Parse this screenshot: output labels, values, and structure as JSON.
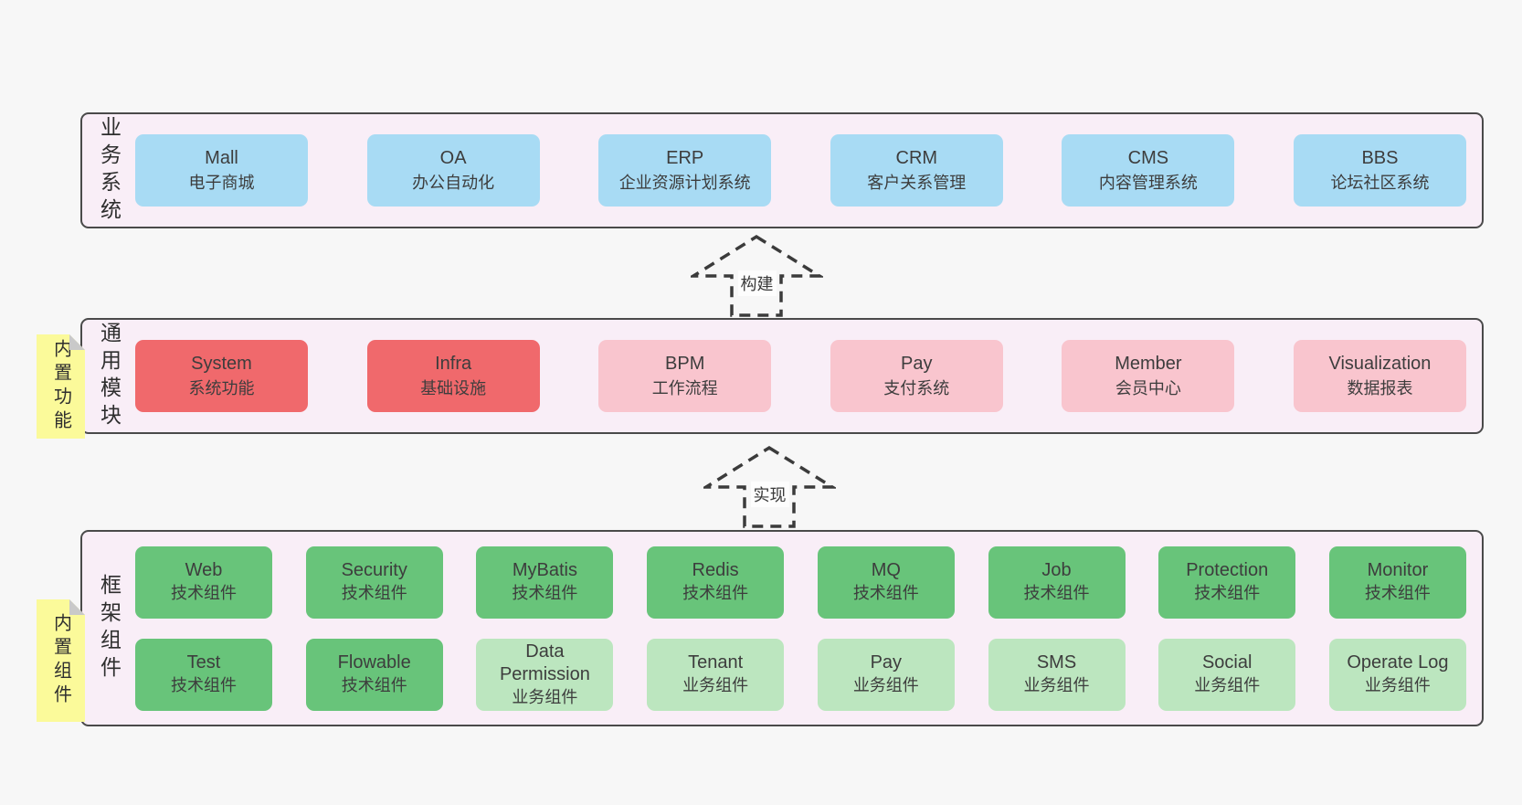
{
  "colors": {
    "page_bg": "#f7f7f7",
    "band_bg": "#f9eef7",
    "band_border": "#4a4a4a",
    "blue": "#a8dbf4",
    "red": "#f0696c",
    "pink": "#f9c5ce",
    "green_dark": "#68c47a",
    "green_light": "#bce6bf",
    "note_yellow": "#fbfa9a",
    "note_fold": "#c9c9c9",
    "text": "#3d3d3d",
    "arrow": "#3b3b3b"
  },
  "bands": [
    {
      "id": "business-systems",
      "label": "业务系统",
      "rows": [
        [
          {
            "title": "Mall",
            "subtitle": "电子商城"
          },
          {
            "title": "OA",
            "subtitle": "办公自动化"
          },
          {
            "title": "ERP",
            "subtitle": "企业资源计划系统"
          },
          {
            "title": "CRM",
            "subtitle": "客户关系管理"
          },
          {
            "title": "CMS",
            "subtitle": "内容管理系统"
          },
          {
            "title": "BBS",
            "subtitle": "论坛社区系统"
          }
        ]
      ]
    },
    {
      "id": "common-modules",
      "label": "通用模块",
      "note": "内置功能",
      "rows": [
        [
          {
            "title": "System",
            "subtitle": "系统功能"
          },
          {
            "title": "Infra",
            "subtitle": "基础设施"
          },
          {
            "title": "BPM",
            "subtitle": "工作流程"
          },
          {
            "title": "Pay",
            "subtitle": "支付系统"
          },
          {
            "title": "Member",
            "subtitle": "会员中心"
          },
          {
            "title": "Visualization",
            "subtitle": "数据报表"
          }
        ]
      ]
    },
    {
      "id": "framework-components",
      "label": "框架组件",
      "note": "内置组件",
      "rows": [
        [
          {
            "title": "Web",
            "subtitle": "技术组件"
          },
          {
            "title": "Security",
            "subtitle": "技术组件"
          },
          {
            "title": "MyBatis",
            "subtitle": "技术组件"
          },
          {
            "title": "Redis",
            "subtitle": "技术组件"
          },
          {
            "title": "MQ",
            "subtitle": "技术组件"
          },
          {
            "title": "Job",
            "subtitle": "技术组件"
          },
          {
            "title": "Protection",
            "subtitle": "技术组件"
          },
          {
            "title": "Monitor",
            "subtitle": "技术组件"
          }
        ],
        [
          {
            "title": "Test",
            "subtitle": "技术组件"
          },
          {
            "title": "Flowable",
            "subtitle": "技术组件"
          },
          {
            "title": "Data Permission",
            "subtitle": "业务组件"
          },
          {
            "title": "Tenant",
            "subtitle": "业务组件"
          },
          {
            "title": "Pay",
            "subtitle": "业务组件"
          },
          {
            "title": "SMS",
            "subtitle": "业务组件"
          },
          {
            "title": "Social",
            "subtitle": "业务组件"
          },
          {
            "title": "Operate Log",
            "subtitle": "业务组件"
          }
        ]
      ]
    }
  ],
  "arrows": [
    {
      "label": "构建"
    },
    {
      "label": "实现"
    }
  ]
}
